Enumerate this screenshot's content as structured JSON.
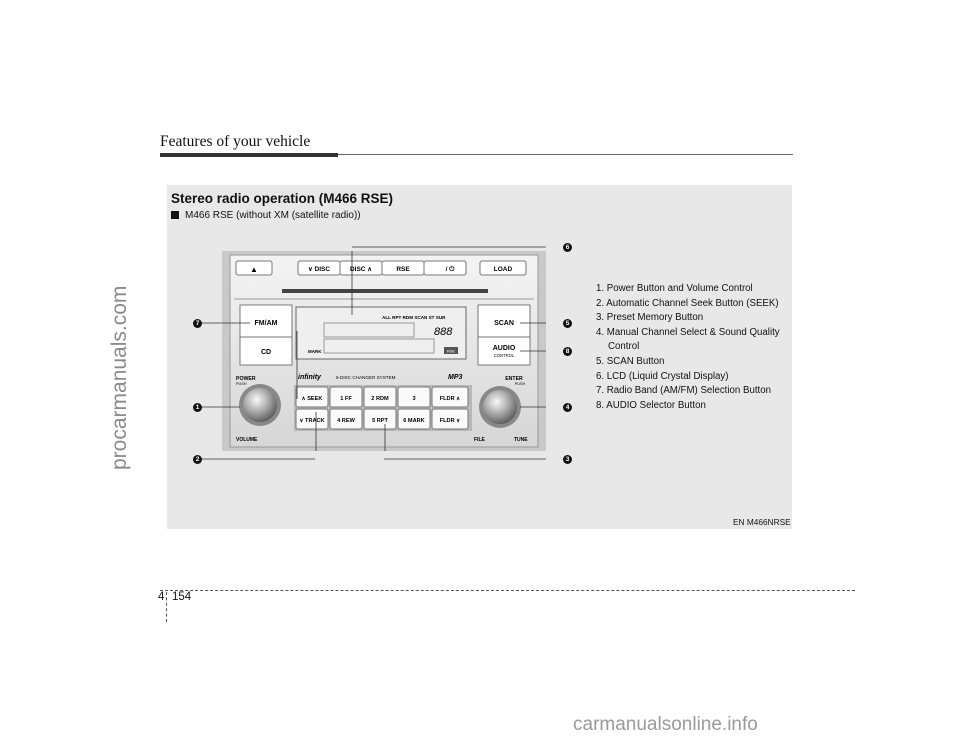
{
  "header": {
    "title": "Features of your vehicle"
  },
  "side_watermark": "procarmanuals.com",
  "section": {
    "title": "Stereo radio operation (M466 RSE)",
    "subtitle": "M466 RSE (without XM (satellite radio))"
  },
  "radio": {
    "eject_symbol": "▲",
    "disc_down": "∨ DISC",
    "disc_up": "DISC ∧",
    "rse": "RSE",
    "power_mute": "/ ⏻",
    "load": "LOAD",
    "fm_am": "FM/AM",
    "cd": "CD",
    "scan": "SCAN",
    "audio": "AUDIO",
    "audio_sub": "CONTROL",
    "lcd_indicators": "ALL  RPT  RDM  SCAN  ST  SUR",
    "lcd_mark": "MARK",
    "lcd_digits": "888",
    "lcd_rse": "RSE",
    "power": "POWER",
    "power_sub": "PUSH",
    "enter": "ENTER",
    "enter_sub": "PUSH",
    "volume": "VOLUME",
    "file": "FILE",
    "tune": "TUNE",
    "brand": "infinity",
    "changer": "6-DISC CHANGER SYSTEM",
    "mp3": "MP3",
    "preset_buttons": [
      "∧ SEEK",
      "1 FF",
      "2 RDM",
      "3",
      "FLDR ∧",
      "∨ TRACK",
      "4 REW",
      "5 RPT",
      "6 MARK",
      "FLDR ∨"
    ]
  },
  "callouts": [
    "1",
    "2",
    "3",
    "4",
    "5",
    "6",
    "7",
    "8"
  ],
  "legend": [
    "1. Power Button and Volume Control",
    "2. Automatic Channel Seek Button (SEEK)",
    "3. Preset Memory Button",
    "4. Manual Channel Select & Sound Quality",
    "Control",
    "5. SCAN Button",
    "6. LCD (Liquid Crystal Display)",
    "7. Radio Band (AM/FM) Selection Button",
    "8. AUDIO Selector Button"
  ],
  "figure_code": "EN M466NRSE",
  "footer": {
    "chapter": "4",
    "page": "154"
  },
  "bottom_watermark": "carmanualsonline.info"
}
